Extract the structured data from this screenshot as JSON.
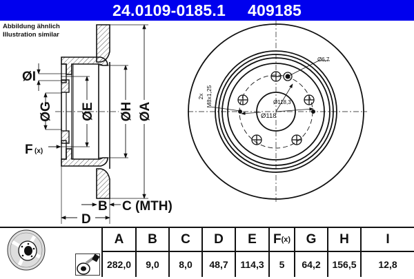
{
  "header": {
    "part_number": "24.0109-0185.1",
    "short_number": "409185",
    "background_color": "#0000ee"
  },
  "note": {
    "line1": "Abbildung ähnlich",
    "line2": "Illustration similar"
  },
  "side_view": {
    "labels": {
      "I": "ØI",
      "G": "ØG",
      "E": "ØE",
      "H": "ØH",
      "A": "ØA",
      "F": "F",
      "F_sub": "(x)",
      "B": "B",
      "C": "C (MTH)",
      "D": "D"
    }
  },
  "front_view": {
    "thread_qty": "2x",
    "thread_spec": "M8x1,25",
    "hole_dia": "Ø6,7",
    "pcd_1": "Ø118,3",
    "pcd_2": "Ø118"
  },
  "table": {
    "headers": [
      "A",
      "B",
      "C",
      "D",
      "E",
      "F",
      "G",
      "H",
      "I"
    ],
    "header_F_sub": "(x)",
    "values": [
      "282,0",
      "9,0",
      "8,0",
      "48,7",
      "114,3",
      "5",
      "64,2",
      "156,5",
      "12,8"
    ],
    "icons": [
      "brake-disc-icon",
      "spray-coating-icon"
    ]
  }
}
